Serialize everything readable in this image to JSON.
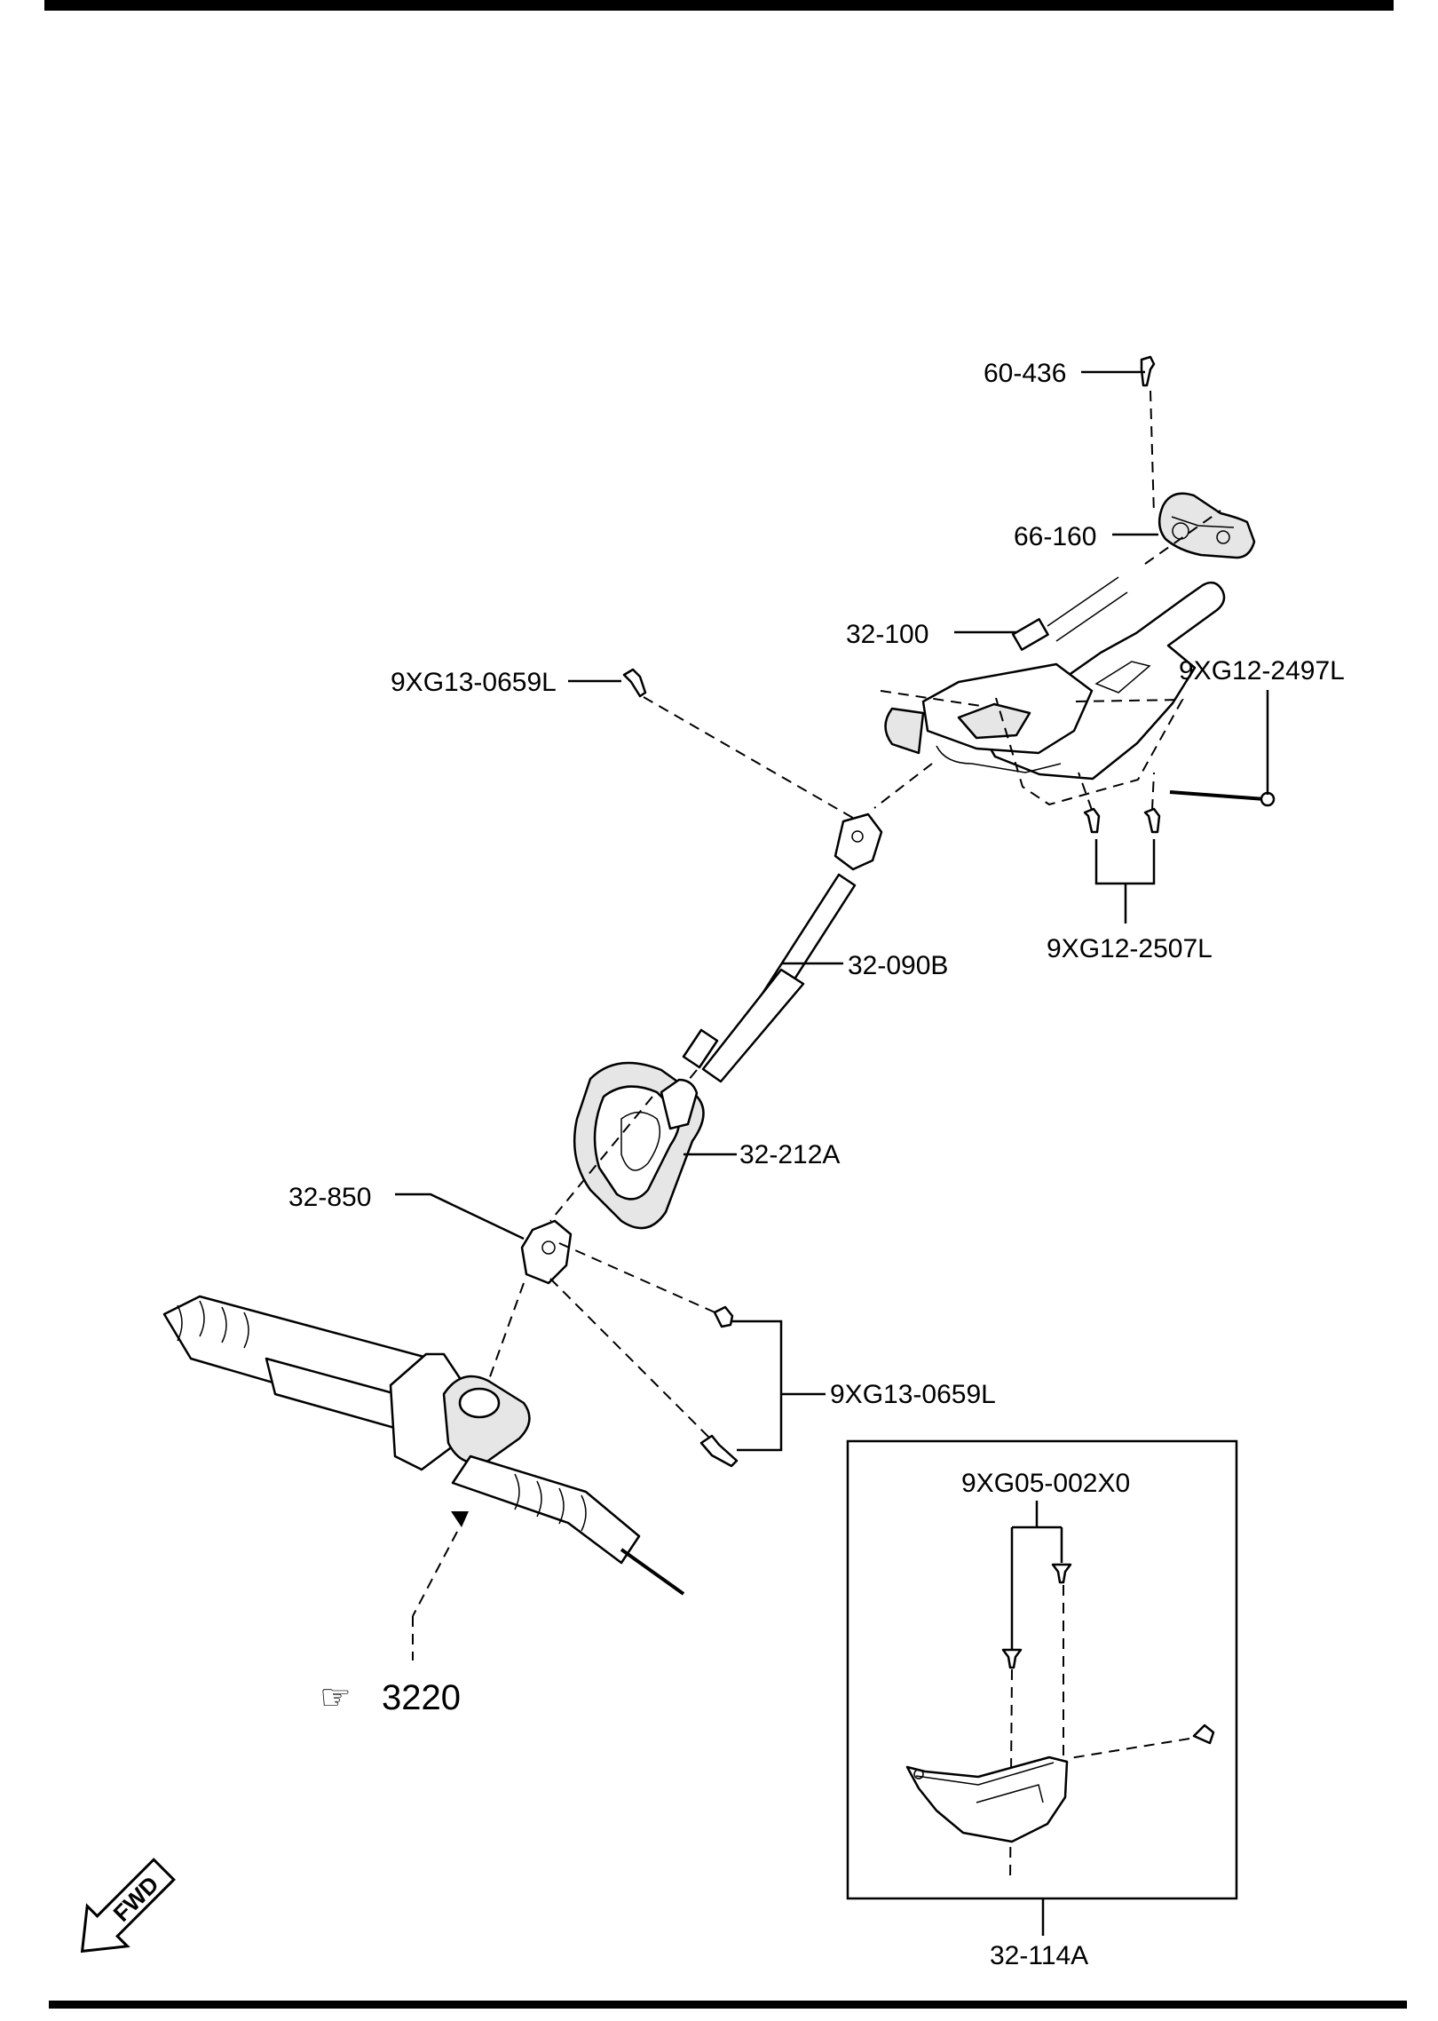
{
  "parts": {
    "p60_436": "60-436",
    "p66_160": "66-160",
    "p32_100": "32-100",
    "p9xg12_2497l": "9XG12-2497L",
    "p9xg13_0659l_top": "9XG13-0659L",
    "p9xg12_2507l": "9XG12-2507L",
    "p32_090b": "32-090B",
    "p32_212a": "32-212A",
    "p32_850": "32-850",
    "p9xg13_0659l_bottom": "9XG13-0659L",
    "p9xg05_002x0": "9XG05-002X0",
    "p32_114a": "32-114A"
  },
  "reference": {
    "symbol": "☞",
    "page": "3220"
  },
  "fwd_label": "FWD",
  "icons": [
    "pointing-hand-icon",
    "fwd-arrow-icon"
  ]
}
